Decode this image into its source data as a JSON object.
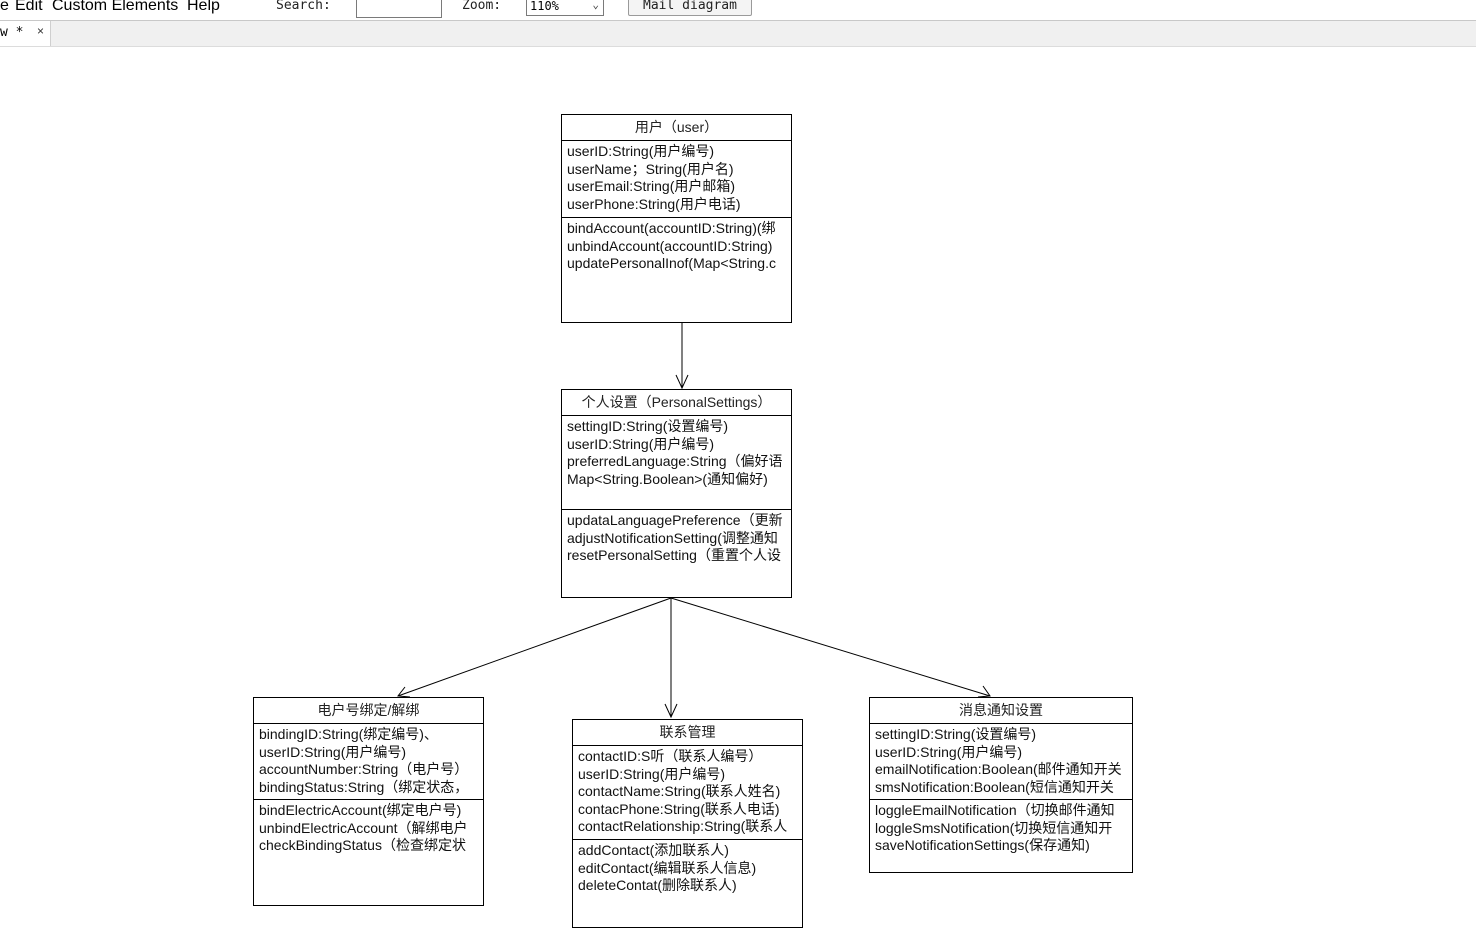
{
  "menubar": {
    "items": [
      "e",
      "Edit",
      "Custom Elements",
      "Help"
    ],
    "search_label": "Search:",
    "search_value": "",
    "zoom_label": "Zoom:",
    "zoom_value": "110%",
    "mail_button": "Mail diagram"
  },
  "tab": {
    "title": "w *",
    "close": "×"
  },
  "classes": {
    "user": {
      "name": "用户（user）",
      "attributes": [
        "userID:String(用户编号)",
        "userName；String(用户名)",
        "userEmail:String(用户邮箱)",
        "userPhone:String(用户电话)"
      ],
      "operations": [
        "bindAccount(accountID:String)(绑",
        "unbindAccount(accountID:String)",
        "updatePersonalInof(Map<String.c"
      ]
    },
    "settings": {
      "name": "个人设置（PersonalSettings）",
      "attributes": [
        "settingID:String(设置编号)",
        "userID:String(用户编号)",
        "preferredLanguage:String（偏好语",
        "Map<String.Boolean>(通知偏好)"
      ],
      "operations": [
        "updataLanguagePreference（更新",
        "adjustNotificationSetting(调整通知",
        "resetPersonalSetting（重置个人设"
      ]
    },
    "binding": {
      "name": "电户号绑定/解绑",
      "attributes": [
        "bindingID:String(绑定编号)、",
        "userID:String(用户编号)",
        "accountNumber:String（电户号）",
        "bindingStatus:String（绑定状态，"
      ],
      "operations": [
        "bindElectricAccount(绑定电户号)",
        "unbindElectricAccount（解绑电户",
        "checkBindingStatus（检查绑定状"
      ]
    },
    "contacts": {
      "name": "联系管理",
      "attributes": [
        "contactID:S听（联系人编号）",
        "userID:String(用户编号)",
        "contactName:String(联系人姓名)",
        "contacPhone:String(联系人电话)",
        "contactRelationship:String(联系人"
      ],
      "operations": [
        "addContact(添加联系人)",
        "editContact(编辑联系人信息)",
        "deleteContat(删除联系人)"
      ]
    },
    "notify": {
      "name": "消息通知设置",
      "attributes": [
        "settingID:String(设置编号)",
        "userID:String(用户编号)",
        "emailNotification:Boolean(邮件通知开关",
        "smsNotification:Boolean(短信通知开关"
      ],
      "operations": [
        "loggleEmailNotification（切换邮件通知",
        "loggleSmsNotification(切换短信通知开",
        "saveNotificationSettings(保存通知)"
      ]
    }
  }
}
